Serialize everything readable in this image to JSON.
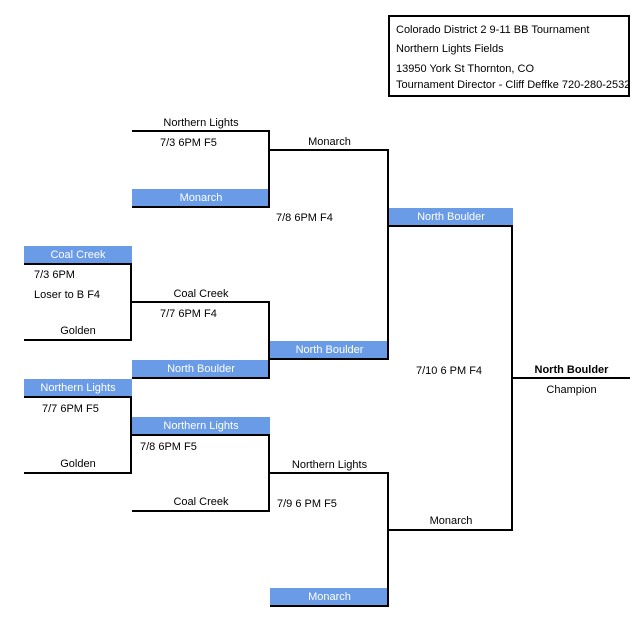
{
  "info": {
    "line1": "Colorado District 2 9-11 BB Tournament",
    "line2": "Northern Lights Fields",
    "line3": "13950 York St  Thornton, CO",
    "line4": "Tournament Director - Cliff Deffke 720-280-2532"
  },
  "colors": {
    "accent": "#6a9be6",
    "line": "#000000"
  },
  "r1": {
    "g1": {
      "top": "Northern Lights",
      "schedule": "7/3   6PM  F5",
      "bottom": "Monarch"
    },
    "g2": {
      "top": "Coal Creek",
      "schedule": "7/3    6PM",
      "note": "Loser to B   F4",
      "bottom": "Golden"
    },
    "g3": {
      "top": "Northern Lights",
      "schedule": "7/7  6PM  F5",
      "bottom": "Golden"
    }
  },
  "r2": {
    "g1": {
      "top": "Coal Creek",
      "schedule": "7/7    6PM  F4",
      "bottom": "North Boulder"
    },
    "g2": {
      "top": "Northern Lights",
      "schedule": "7/8    6PM     F5",
      "bottom": "Coal Creek"
    }
  },
  "r3": {
    "g1": {
      "top": "Monarch",
      "schedule": "7/8    6PM     F4",
      "bottom": "North Boulder"
    },
    "g2": {
      "top": "Northern Lights",
      "schedule": "7/9   6 PM    F5",
      "bottom": "Monarch"
    }
  },
  "final": {
    "top": "North Boulder",
    "schedule": "7/10 6 PM     F4",
    "bottom": "Monarch",
    "winner": "North Boulder",
    "winner_label": "Champion"
  }
}
